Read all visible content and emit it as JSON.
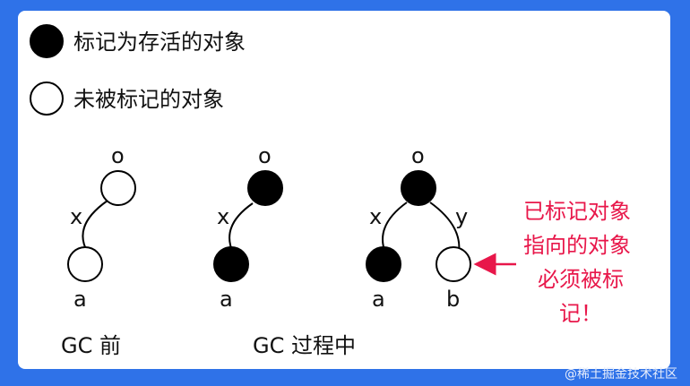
{
  "legend": {
    "marked_label": "标记为存活的对象",
    "unmarked_label": "未被标记的对象"
  },
  "before": {
    "caption": "GC 前",
    "node_o": "o",
    "node_a": "a",
    "edge_x": "x"
  },
  "during": {
    "caption": "GC 过程中",
    "left": {
      "node_o": "o",
      "node_a": "a",
      "edge_x": "x"
    },
    "right": {
      "node_o": "o",
      "node_a": "a",
      "node_b": "b",
      "edge_x": "x",
      "edge_y": "y"
    }
  },
  "annotation": {
    "lines": [
      "已标记对象",
      "指向的对象",
      "必须被标",
      "记！"
    ]
  },
  "watermark": "@稀土掘金技术社区",
  "colors": {
    "frame": "#2f72e8",
    "marked_fill": "#000000",
    "unmarked_fill": "#ffffff",
    "annotation": "#e8174a"
  }
}
